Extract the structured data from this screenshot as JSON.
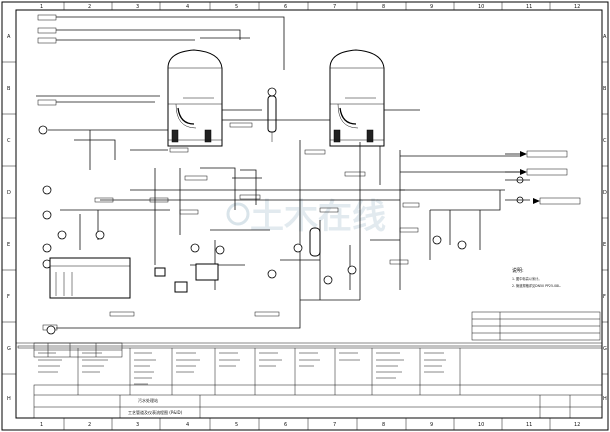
{
  "grid": {
    "columns": [
      "1",
      "2",
      "3",
      "4",
      "5",
      "6",
      "7",
      "8",
      "9",
      "10",
      "11",
      "12"
    ],
    "rows": [
      "A",
      "B",
      "C",
      "D",
      "E",
      "F",
      "G",
      "H"
    ]
  },
  "watermark": "土木在线",
  "notes": {
    "heading": "说明:",
    "lines": [
      "1. 图中标高以米计。",
      "2. 管道规格详见DN50 PP25-08L."
    ]
  },
  "title_block": {
    "title_line1": "污水处理站",
    "title_line2": "工艺管道及仪表流程图 (P&ID)"
  }
}
